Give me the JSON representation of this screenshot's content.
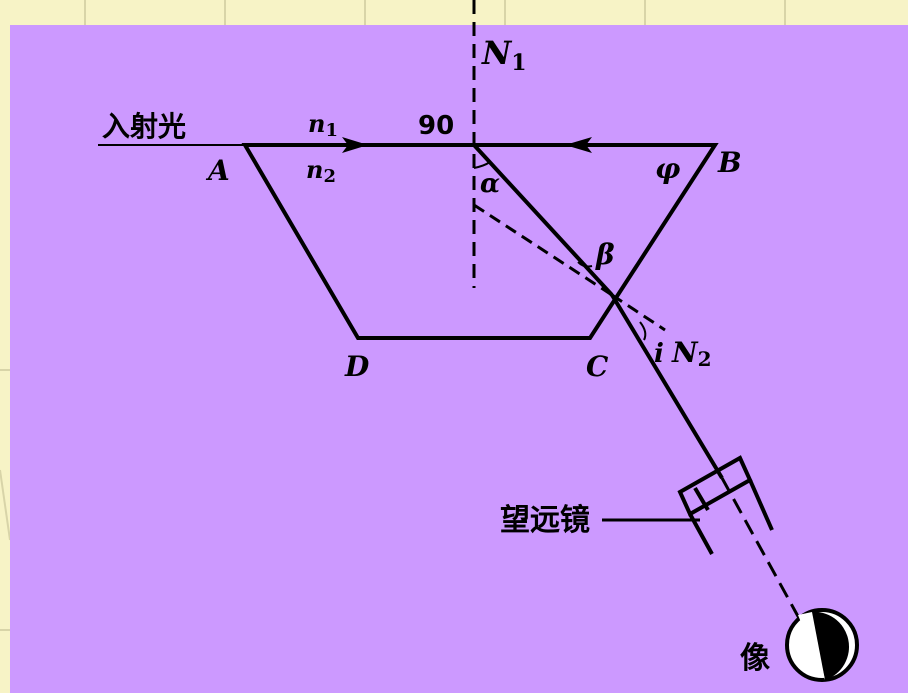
{
  "colors": {
    "page_background": "#f7f3c6",
    "grid_lines": "#d8d4a8",
    "panel_fill": "#cc99ff",
    "ink": "#000000"
  },
  "labels": {
    "normal_1": "N",
    "normal_1_sub": "1",
    "incident_light": "入射光",
    "n1": "n",
    "n1_sub": "1",
    "n2": "n",
    "n2_sub": "2",
    "angle_90": "90",
    "vertex_a": "A",
    "vertex_b": "B",
    "vertex_c": "C",
    "vertex_d": "D",
    "phi": "φ",
    "alpha": "α",
    "beta": "β",
    "i": "i",
    "normal_2": "N",
    "normal_2_sub": "2",
    "telescope": "望远镜",
    "image": "像"
  }
}
